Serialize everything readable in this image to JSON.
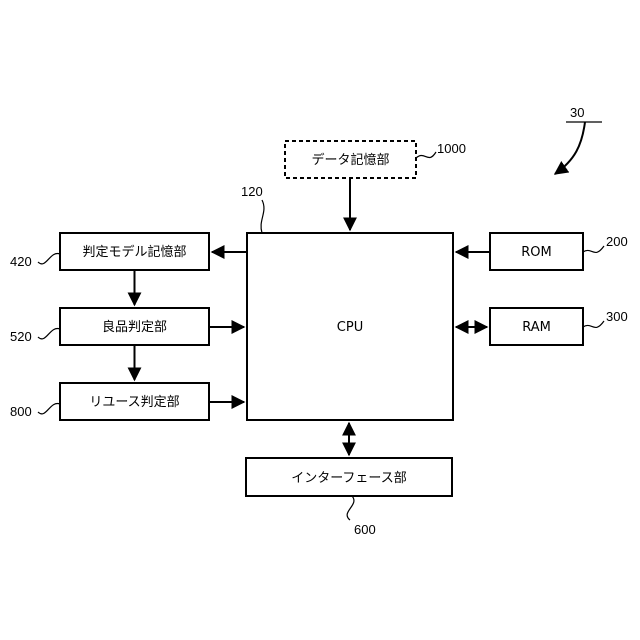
{
  "figure_ref": "30",
  "blocks": {
    "data_storage": {
      "label": "データ記憶部",
      "ref": "1000"
    },
    "cpu": {
      "label": "CPU",
      "ref": "120"
    },
    "rom": {
      "label": "ROM",
      "ref": "200"
    },
    "ram": {
      "label": "RAM",
      "ref": "300"
    },
    "model_storage": {
      "label": "判定モデル記憶部",
      "ref": "420"
    },
    "good_judgment": {
      "label": "良品判定部",
      "ref": "520"
    },
    "reuse_judgment": {
      "label": "リユース判定部",
      "ref": "800"
    },
    "interface": {
      "label": "インターフェース部",
      "ref": "600"
    }
  }
}
